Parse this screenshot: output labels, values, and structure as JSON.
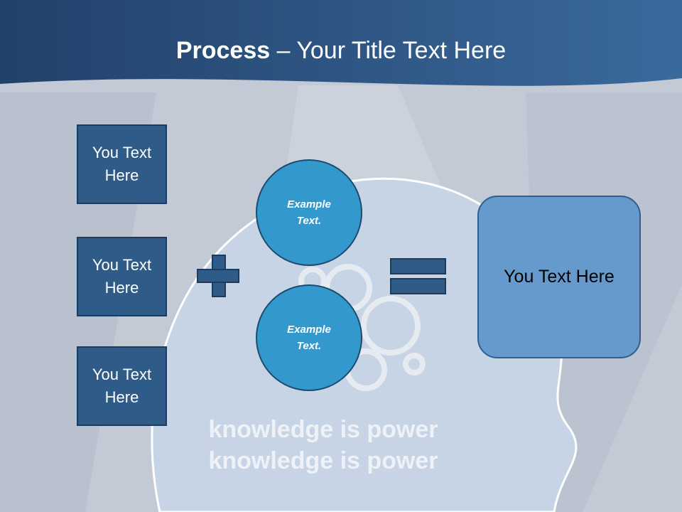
{
  "header": {
    "title_bold": "Process",
    "title_rest": " – Your Title Text Here"
  },
  "left_boxes": [
    {
      "label": "You Text Here"
    },
    {
      "label": "You Text Here"
    },
    {
      "label": "You Text Here"
    }
  ],
  "circles": [
    {
      "label": "Example Text."
    },
    {
      "label": "Example Text."
    }
  ],
  "result_box": {
    "label": "You Text Here"
  },
  "background_phrase": "knowledge is power knowledge is power",
  "colors": {
    "header": "#2c5580",
    "box": "#2f5b88",
    "circle": "#3399cc",
    "result": "#6699cc"
  }
}
